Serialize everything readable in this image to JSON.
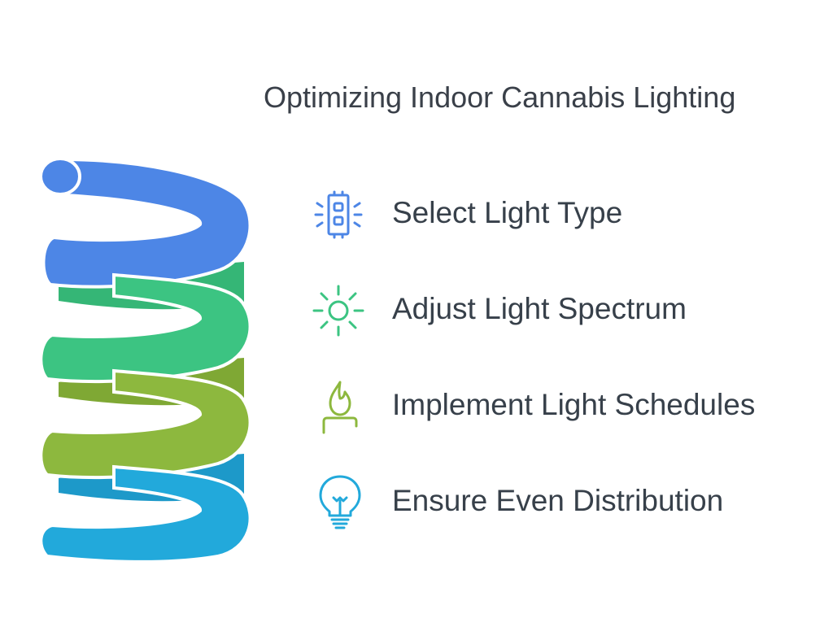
{
  "title": "Optimizing Indoor Cannabis Lighting",
  "colors": {
    "blue": "#4d86e6",
    "green": "#3cc482",
    "olive": "#8db83e",
    "cyan": "#22a9db",
    "text": "#37404a"
  },
  "items": [
    {
      "label": "Select Light Type",
      "icon": "led-panel-icon",
      "color": "#4d86e6"
    },
    {
      "label": "Adjust Light Spectrum",
      "icon": "sun-icon",
      "color": "#3cc482"
    },
    {
      "label": "Implement Light Schedules",
      "icon": "flame-icon",
      "color": "#8db83e"
    },
    {
      "label": "Ensure Even Distribution",
      "icon": "lightbulb-icon",
      "color": "#22a9db"
    }
  ]
}
